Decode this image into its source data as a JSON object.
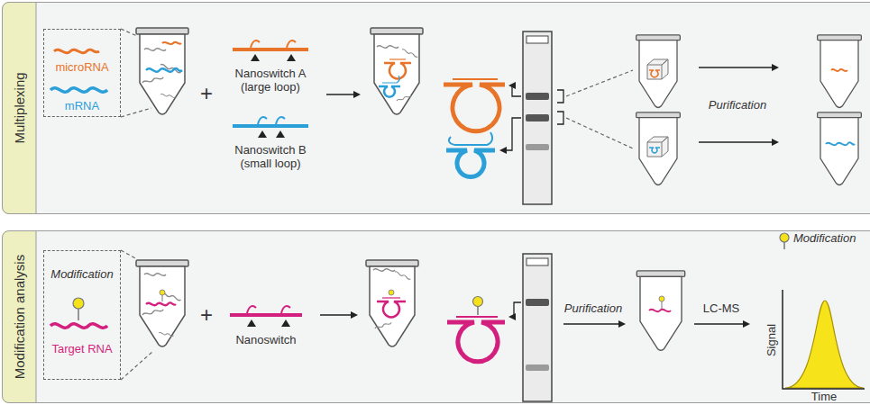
{
  "diagram": {
    "nodes": [
      {
        "text": [
          "Multiplexing"
        ]
      },
      {
        "text": [
          "microRNA",
          "mRNA"
        ],
        "in": 0
      },
      {
        "text": [
          "Modification analysis"
        ]
      },
      {
        "text": [
          "Modification",
          "Target RNA"
        ],
        "in": 2
      }
    ],
    "labels": [
      "+",
      "Nanoswitch A (large loop)",
      "Nanoswitch B (small loop)",
      "Purification",
      "+",
      "Nanoswitch",
      "Purification",
      "LC-MS",
      "Modification",
      "Signal",
      "Time"
    ]
  }
}
